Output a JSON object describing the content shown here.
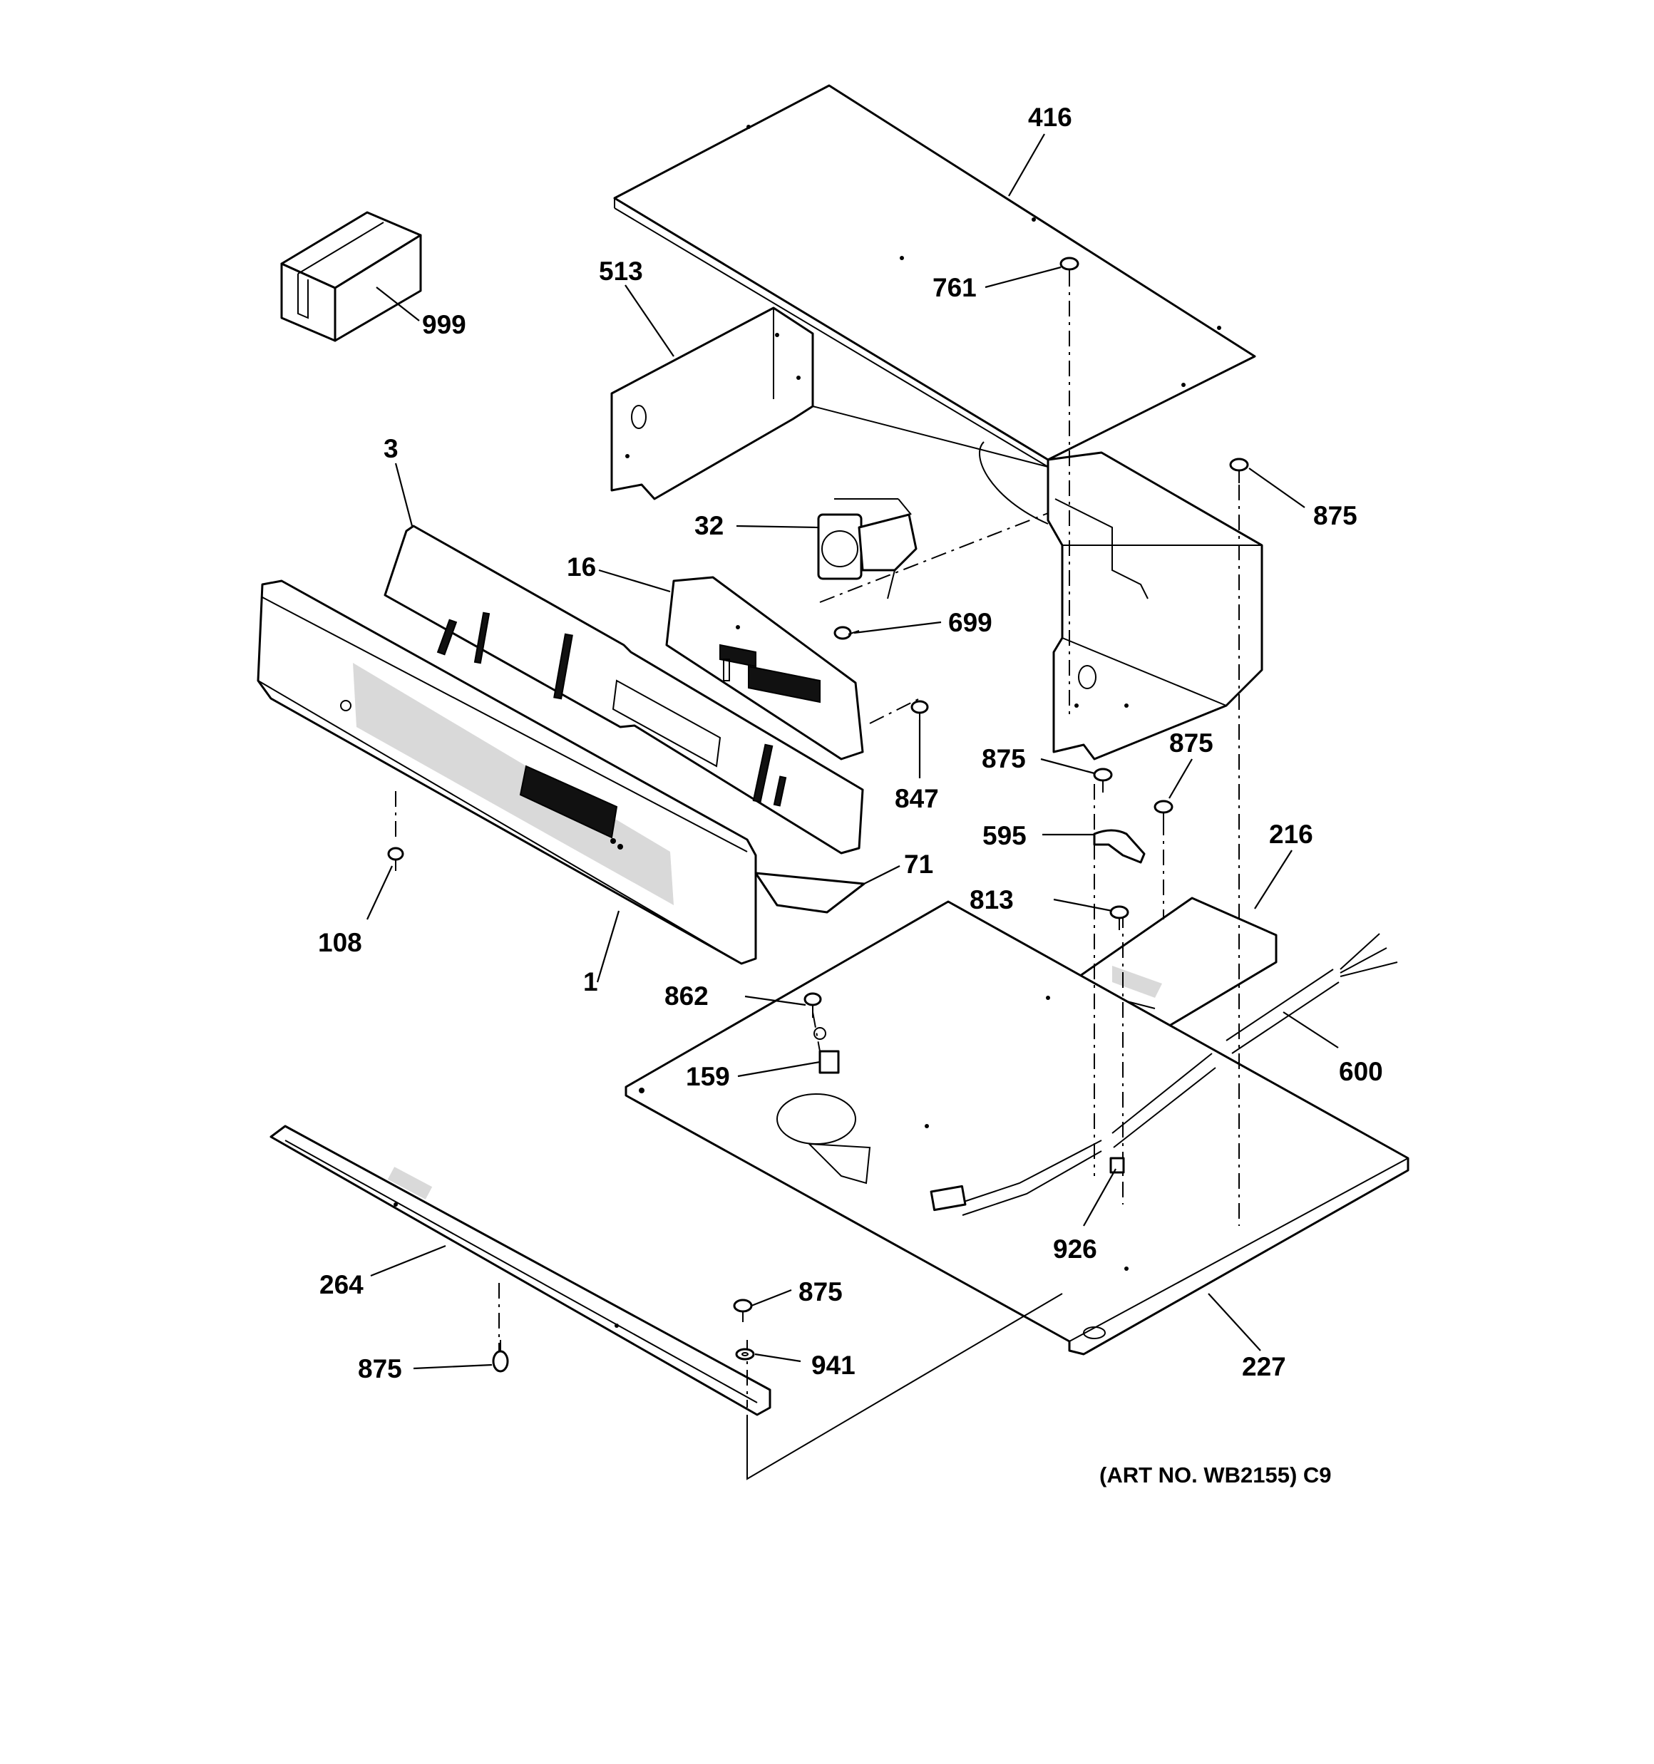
{
  "labels": {
    "p416": "416",
    "p513": "513",
    "p761": "761",
    "p999": "999",
    "p875_a": "875",
    "p3": "3",
    "p32": "32",
    "p16": "16",
    "p699": "699",
    "p847": "847",
    "p875_b": "875",
    "p875_c": "875",
    "p595": "595",
    "p216": "216",
    "p71": "71",
    "p813": "813",
    "p108": "108",
    "p1": "1",
    "p862": "862",
    "p600": "600",
    "p159": "159",
    "p926": "926",
    "p264": "264",
    "p875_d": "875",
    "p941": "941",
    "p227": "227",
    "p875_e": "875"
  },
  "caption": "(ART NO. WB2155) C9"
}
